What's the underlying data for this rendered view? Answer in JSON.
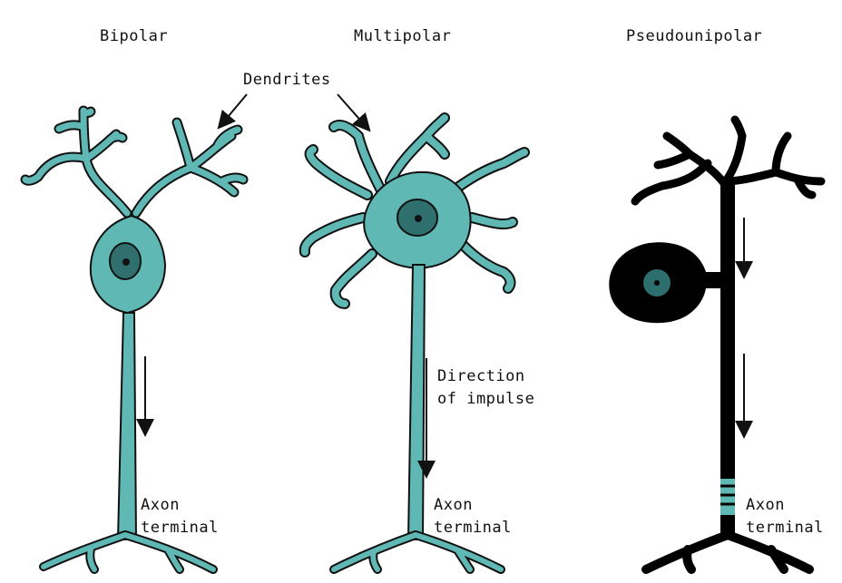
{
  "titles": {
    "bipolar": "Bipolar",
    "multipolar": "Multipolar",
    "pseudounipolar": "Pseudounipolar"
  },
  "labels": {
    "dendrites": "Dendrites",
    "direction_line1": "Direction",
    "direction_line2": "of impulse",
    "axon_bipolar_1": "Axon",
    "axon_bipolar_2": "terminal",
    "axon_multipolar_1": "Axon",
    "axon_multipolar_2": "terminal",
    "axon_pseudo_1": "Axon",
    "axon_pseudo_2": "terminal"
  },
  "colors": {
    "neuron_fill": "#5fb8b4",
    "outline": "#111111",
    "nucleus": "#2f6f6d",
    "nucleolus": "#111111",
    "pseudo_body": "#000000",
    "pseudo_nucleus": "#2d6f6f",
    "myelin_gap": "#5fb8b4"
  }
}
